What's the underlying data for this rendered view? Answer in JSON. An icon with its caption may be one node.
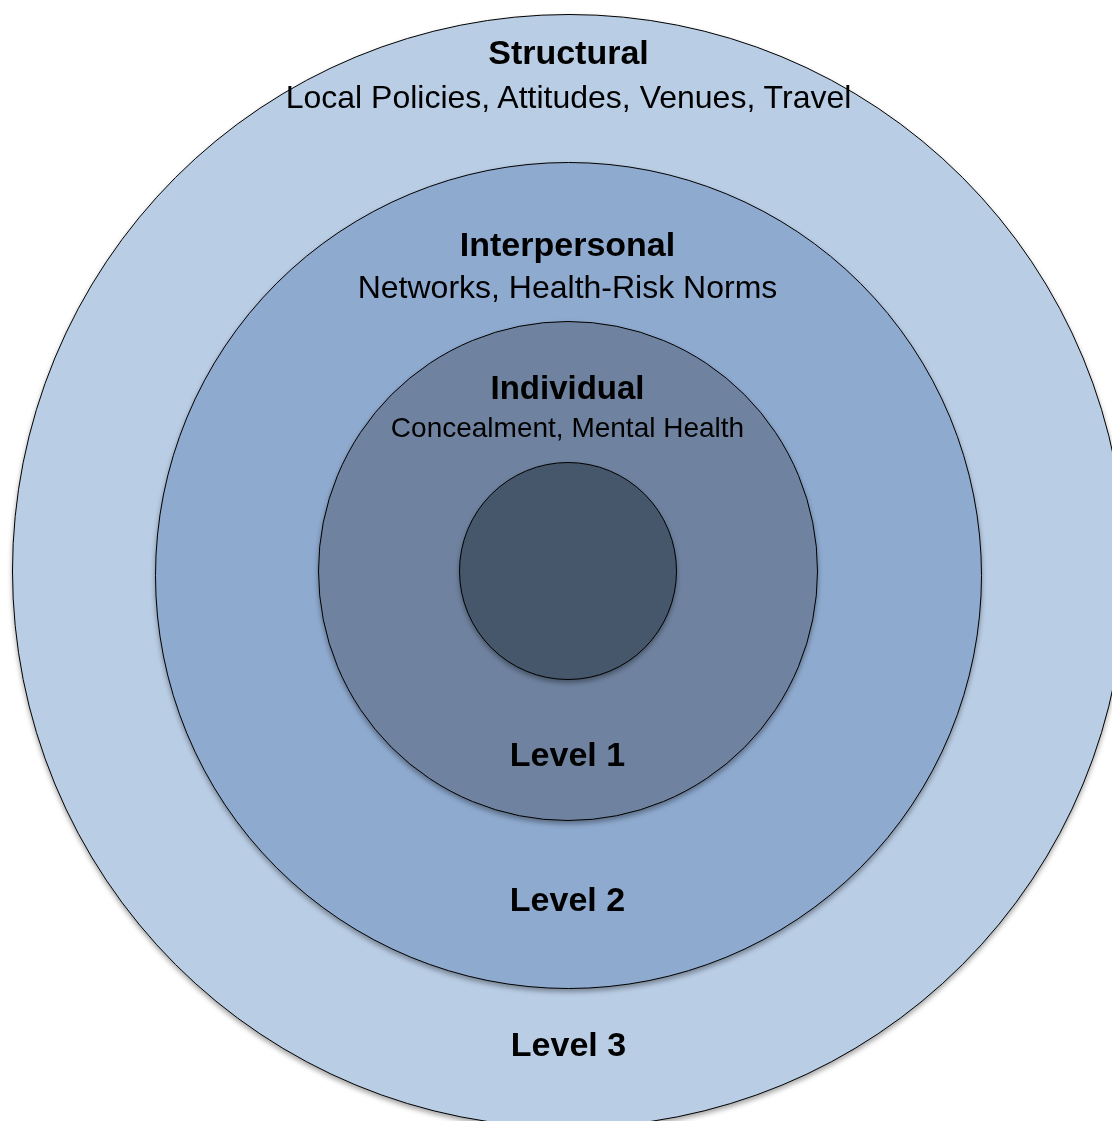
{
  "diagram": {
    "nodes": [
      {
        "text": [
          "Structural",
          "Local Policies, Attitudes, Venues, Travel",
          "Level 3"
        ]
      },
      {
        "text": [
          "Interpersonal",
          "Networks, Health-Risk Norms",
          "Level 2"
        ],
        "in": 0
      },
      {
        "text": [
          "Individual",
          "Concealment, Mental Health",
          "Level 1"
        ],
        "in": 1
      },
      {
        "text": [],
        "shape": "circle",
        "in": 2
      }
    ]
  }
}
